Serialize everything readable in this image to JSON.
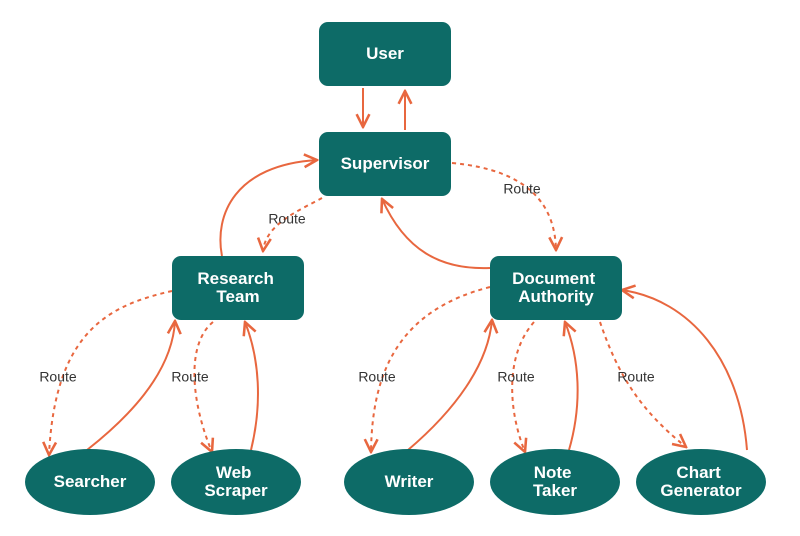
{
  "colors": {
    "node_fill": "#0d6b67",
    "edge": "#e8673f",
    "text_light": "#ffffff",
    "text_dark": "#333333"
  },
  "nodes": {
    "user": [
      "User"
    ],
    "supervisor": [
      "Supervisor"
    ],
    "research_team": [
      "Research",
      "Team"
    ],
    "document_authority": [
      "Document",
      "Authority"
    ],
    "searcher": [
      "Searcher"
    ],
    "web_scraper": [
      "Web",
      "Scraper"
    ],
    "writer": [
      "Writer"
    ],
    "note_taker": [
      "Note",
      "Taker"
    ],
    "chart_generator": [
      "Chart",
      "Generator"
    ]
  },
  "edge_label": "Route"
}
